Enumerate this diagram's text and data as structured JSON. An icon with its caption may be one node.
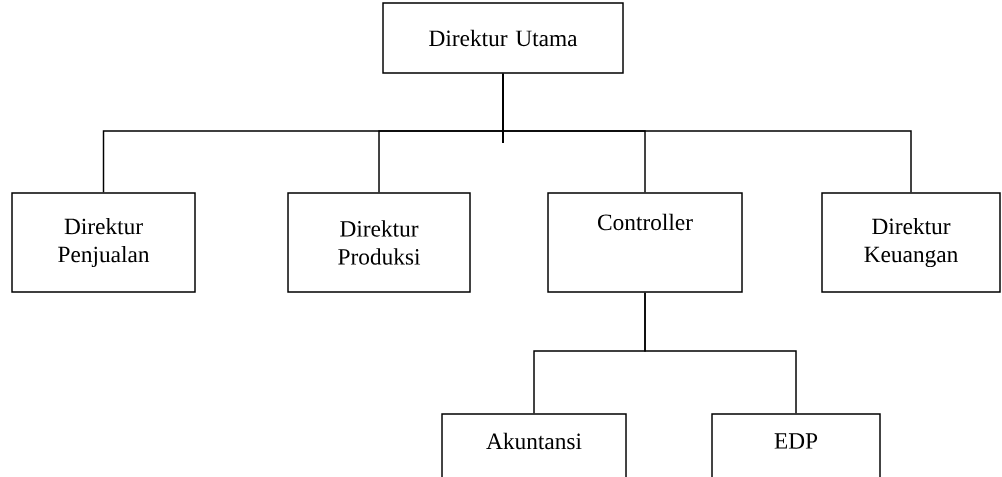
{
  "diagram": {
    "nodes": [
      {
        "text": [
          "Direktur Utama"
        ]
      },
      {
        "text": [
          "Direktur Penjualan"
        ]
      },
      {
        "text": [
          "Direktur Produksi"
        ]
      },
      {
        "text": [
          "Controller"
        ]
      },
      {
        "text": [
          "Direktur Keuangan"
        ]
      },
      {
        "text": [
          "Akuntansi"
        ]
      },
      {
        "text": [
          "EDP"
        ]
      }
    ],
    "edges": [
      {
        "from": 0,
        "to": 1,
        "arrow": "none"
      },
      {
        "from": 0,
        "to": 2,
        "arrow": "none"
      },
      {
        "from": 0,
        "to": 3,
        "arrow": "none"
      },
      {
        "from": 0,
        "to": 4,
        "arrow": "none"
      },
      {
        "from": 3,
        "to": 5,
        "arrow": "none"
      },
      {
        "from": 3,
        "to": 6,
        "arrow": "none"
      }
    ]
  }
}
